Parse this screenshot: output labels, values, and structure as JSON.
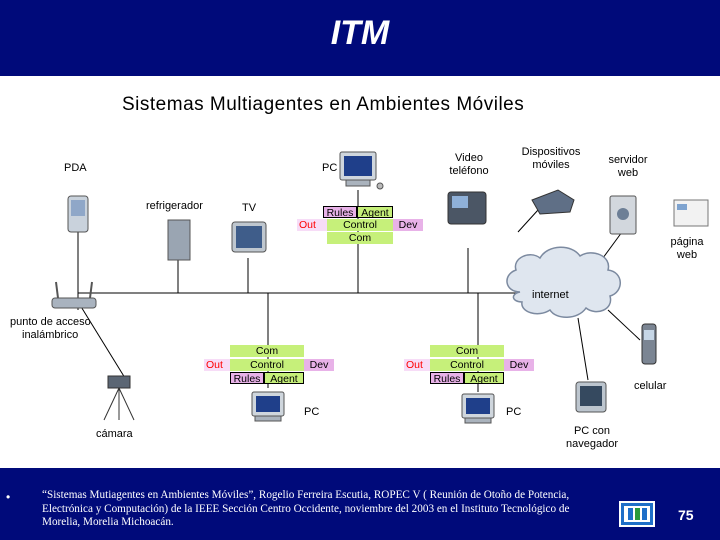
{
  "header": {
    "title": "ITM"
  },
  "diagram": {
    "title": "Sistemas Multiagentes en Ambientes Móviles",
    "nodes": {
      "pda": "PDA",
      "pc_top": "PC",
      "video_telefono": [
        "Video",
        "teléfono"
      ],
      "dispositivos_moviles": [
        "Dispositivos",
        "móviles"
      ],
      "servidor_web": [
        "servidor",
        "web"
      ],
      "refrigerador": "refrigerador",
      "tv": "TV",
      "pagina_web": [
        "página",
        "web"
      ],
      "internet": "internet",
      "punto_acceso": [
        "punto de acceso",
        "inalámbrico"
      ],
      "camara": "cámara",
      "pc_left": "PC",
      "pc_right": "PC",
      "celular": "celular",
      "pc_navegador": [
        "PC con",
        "navegador"
      ]
    },
    "agent_labels": {
      "out": "Out",
      "rules": "Rules",
      "agent": "Agent",
      "control": "Control",
      "dev": "Dev",
      "com": "Com"
    },
    "colors": {
      "pink": "#e8b2e8",
      "green": "#c6f07a",
      "red_text": "#ff0000",
      "header_blue": "#000a7a"
    }
  },
  "footer": {
    "bullet": "•",
    "citation": "“Sistemas Mutiagentes en Ambientes Móviles”, Rogelio Ferreira Escutia, ROPEC V ( Reunión de Otoño de Potencia, Electrónica y Computación) de la IEEE Sección Centro Occidente, noviembre del 2003 en el Instituto Tecnológico de Morelia, Morelia Michoacán.",
    "page_number": "75",
    "logo_icon": "itm-logo-icon"
  }
}
